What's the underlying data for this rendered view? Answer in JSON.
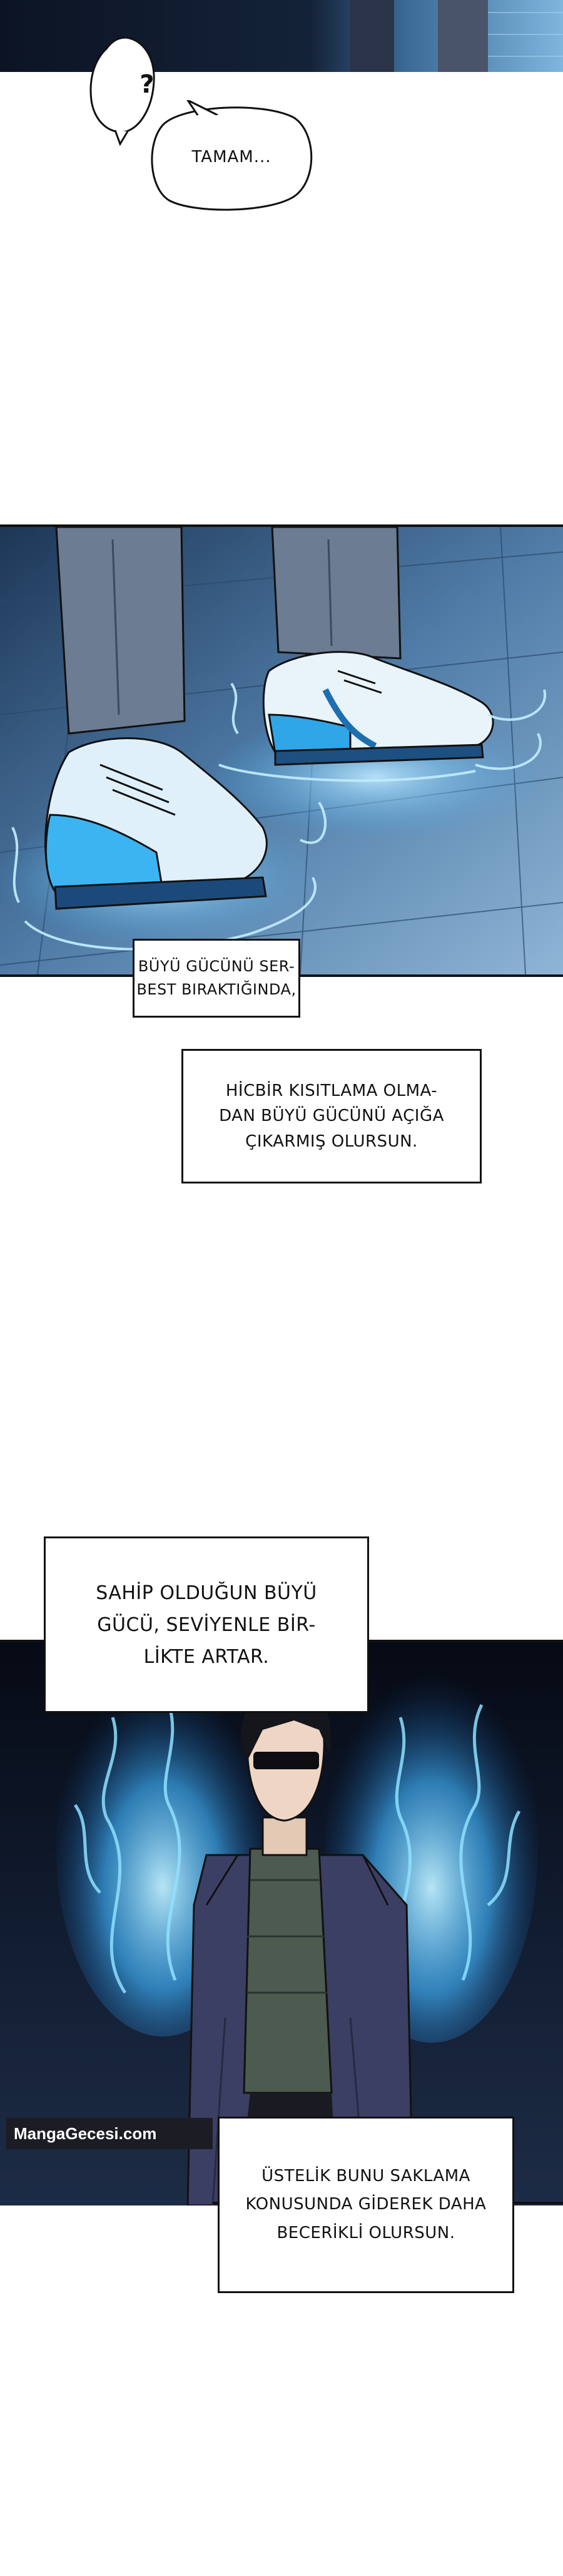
{
  "bubbles": {
    "question": "?",
    "tamam": "TAMAM..."
  },
  "captions": {
    "c1": "BÜYÜ GÜCÜNÜ SER-\nBEST BIRAKTIĞINDA,",
    "c2": "HİCBİR KISITLAMA OLMA-\nDAN BÜYÜ GÜCÜNÜ AÇIĞA\nÇIKARMIŞ OLURSUN.",
    "c3": "SAHİP OLDUĞUN BÜYÜ\nGÜCÜ, SEVİYENLE BİR-\nLİKTE ARTAR.",
    "c4": "ÜSTELİK BUNU SAKLAMA\nKONUSUNDA GİDEREK DAHA\nBECERİKLİ OLURSUN."
  },
  "watermark": "MangaGecesi.com",
  "colors": {
    "panel_dark": "#0f1a2c",
    "floor_blue": "#5d86ad",
    "aura_blue": "#7fd0ff",
    "shoe_blue": "#2fa6e8"
  }
}
